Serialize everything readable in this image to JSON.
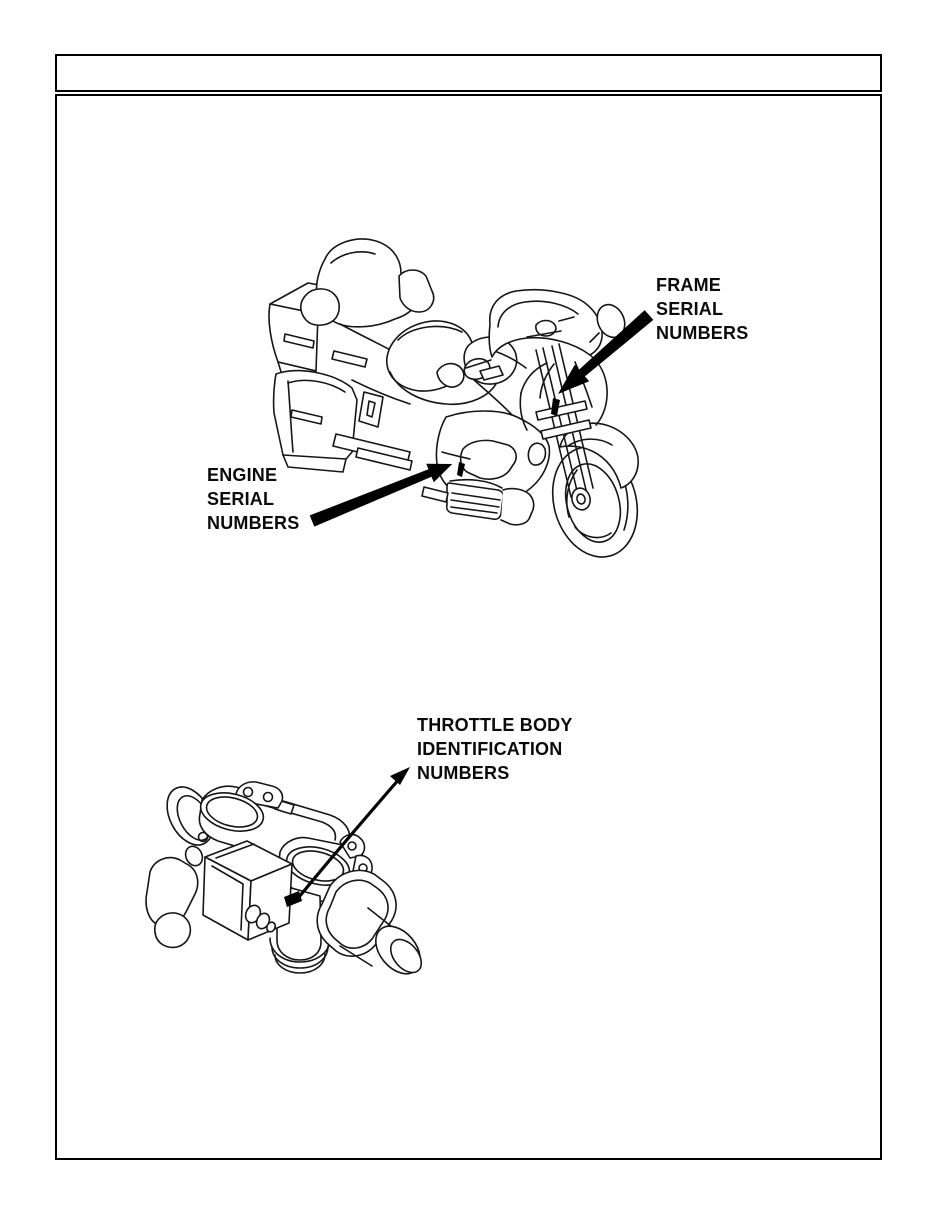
{
  "page": {
    "paper_color": "#ffffff",
    "ink_color": "#000000"
  },
  "header_box": {
    "text": ""
  },
  "callouts": {
    "frame_serial": {
      "lines": [
        "FRAME",
        "SERIAL",
        "NUMBERS"
      ]
    },
    "engine_serial": {
      "lines": [
        "ENGINE",
        "SERIAL",
        "NUMBERS"
      ]
    },
    "throttle_body_id": {
      "lines": [
        "THROTTLE BODY",
        "IDENTIFICATION",
        "NUMBERS"
      ]
    }
  }
}
